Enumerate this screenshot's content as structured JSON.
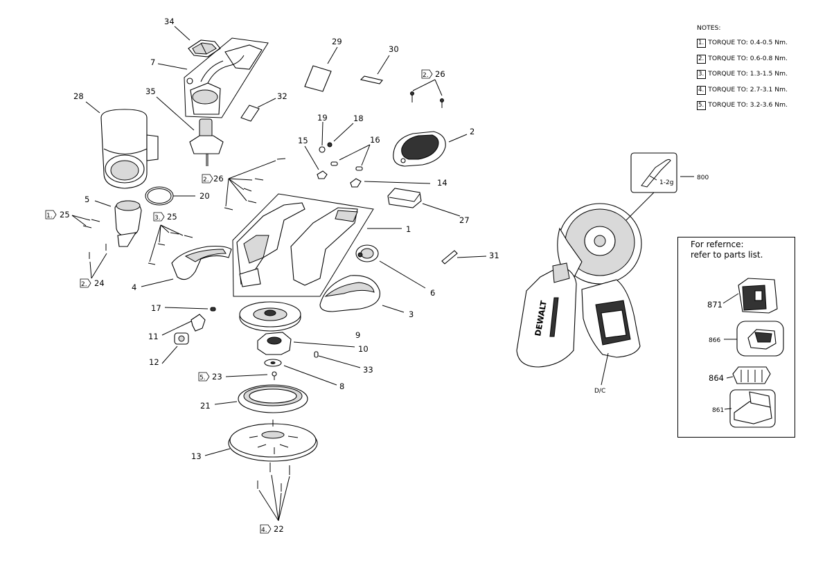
{
  "notes": {
    "header": "NOTES:",
    "items": [
      {
        "num": "1.",
        "text": "TORQUE TO: 0.4-0.5 Nm."
      },
      {
        "num": "2.",
        "text": "TORQUE TO: 0.6-0.8 Nm."
      },
      {
        "num": "3.",
        "text": "TORQUE TO: 1.3-1.5 Nm."
      },
      {
        "num": "4.",
        "text": "TORQUE TO: 2.7-3.1 Nm."
      },
      {
        "num": "5.",
        "text": "TORQUE TO: 3.2-3.6 Nm."
      }
    ]
  },
  "reference": {
    "line1": "For refernce:",
    "line2": "refer to parts list.",
    "items": [
      "871",
      "866",
      "864",
      "861"
    ]
  },
  "callouts": {
    "p34": "34",
    "p7": "7",
    "p28": "28",
    "p35": "35",
    "p32": "32",
    "p29": "29",
    "p30": "30",
    "p26a": "26",
    "p2": "2",
    "p19": "19",
    "p18": "18",
    "p15": "15",
    "p16": "16",
    "p26b": "26",
    "p14": "14",
    "p20": "20",
    "p27": "27",
    "p5": "5",
    "p25a": "25",
    "p25b": "25",
    "p1": "1",
    "p24": "24",
    "p4": "4",
    "p6": "6",
    "p31": "31",
    "p17": "17",
    "p3": "3",
    "p11": "11",
    "p9": "9",
    "p10": "10",
    "p12": "12",
    "p33": "33",
    "p23": "23",
    "p8": "8",
    "p21": "21",
    "p13": "13",
    "p22": "22",
    "p800": "800",
    "grease": "1-2g",
    "dc": "D/C"
  },
  "torque_marks": {
    "t26a": "2.",
    "t26b": "2.",
    "t25a": "1.",
    "t25b": "3.",
    "t24": "2.",
    "t23": "5.",
    "t22": "4."
  },
  "brand": "DEWALT",
  "colors": {
    "line": "#000000",
    "background": "#ffffff"
  }
}
